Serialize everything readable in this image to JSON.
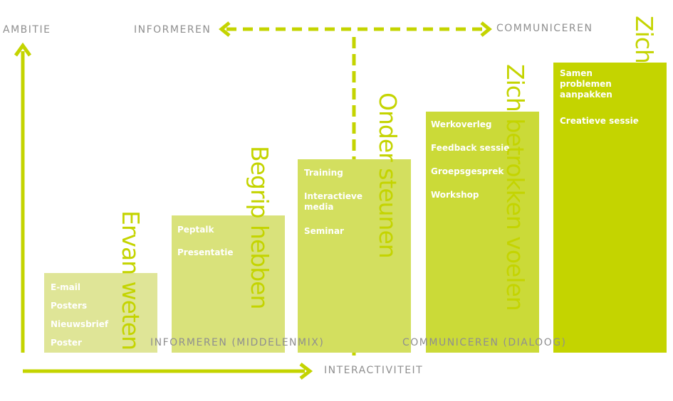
{
  "axes": {
    "y_label": "AMBITIE",
    "x_label": "INTERACTIVITEIT",
    "top_left_label": "INFORMEREN",
    "top_right_label": "COMMUNICEREN"
  },
  "phases": {
    "left": "INFORMEREN (MIDDELENMIX)",
    "right": "COMMUNICEREN (DIALOOG)"
  },
  "colors": {
    "accent": "#c4d400",
    "grey": "#8f8f8f",
    "bar1": "#dfe597",
    "bar2": "#d9e27b",
    "bar3": "#d3df5f",
    "bar4": "#cbda38",
    "bar5": "#c4d400"
  },
  "levels": [
    {
      "title": "Ervan weten",
      "items": [
        "E-mail",
        "Posters",
        "Nieuwsbrief",
        "Poster"
      ]
    },
    {
      "title": "Begrip hebben",
      "items": [
        "Peptalk",
        "Presentatie"
      ]
    },
    {
      "title": "Onder steunen",
      "items": [
        "Training",
        "Interactieve\nmedia",
        "Seminar"
      ]
    },
    {
      "title": "Zich betrokken voelen",
      "items": [
        "Werkoverleg",
        "Feedback sessie",
        "Groepsgesprek",
        "Workshop"
      ]
    },
    {
      "title": "Zich verbonden voelen",
      "items": [
        "Samen\nproblemen\naanpakken",
        "Creatieve sessie"
      ]
    }
  ]
}
